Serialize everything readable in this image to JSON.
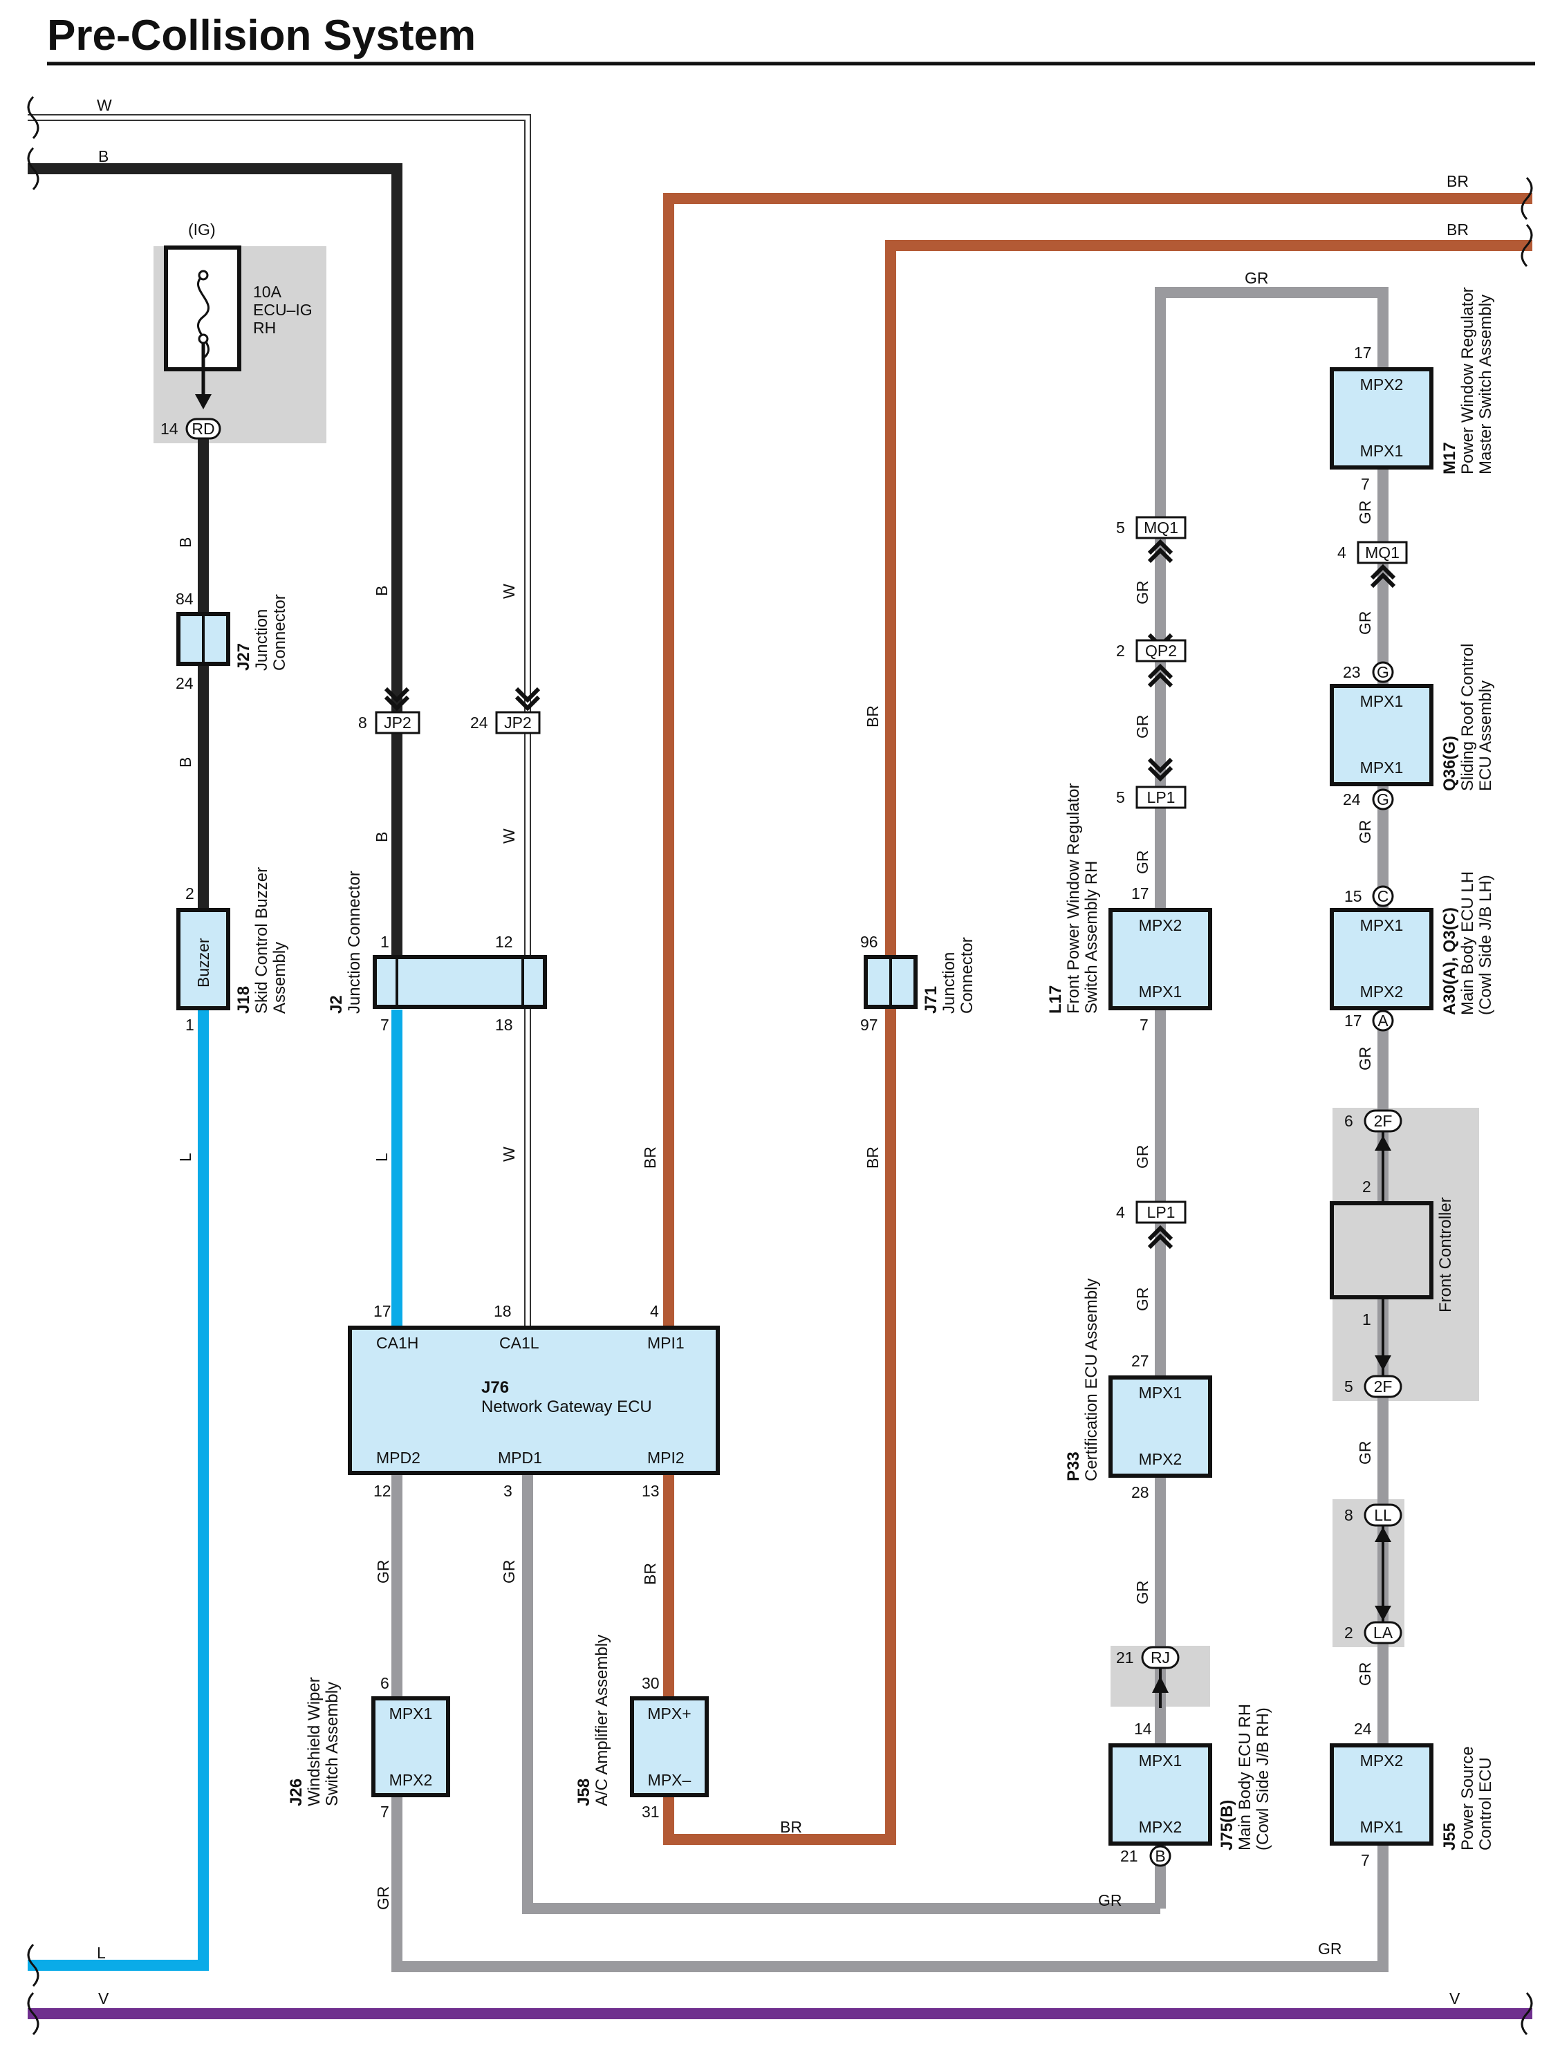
{
  "title": "Pre-Collision System",
  "colors": {
    "B": "#222222",
    "W": "#ffffff",
    "BR": "#b35a35",
    "GR": "#9a9a9e",
    "L": "#0aabe8",
    "V": "#6f2f8e",
    "component": "#cbe9f8",
    "shade": "#d4d4d4"
  },
  "wire_codes": [
    "W",
    "B",
    "BR",
    "GR",
    "L",
    "V"
  ],
  "fuse": {
    "supply": "(IG)",
    "line1": "10A",
    "line2": "ECU–IG",
    "line3": "RH",
    "pin": "14",
    "connector": "RD"
  },
  "components": {
    "j27": {
      "code": "J27",
      "name1": "Junction",
      "name2": "Connector",
      "pin_top": "84",
      "pin_bottom": "24"
    },
    "j18": {
      "code": "J18",
      "name1": "Skid Control Buzzer",
      "name2": "Assembly",
      "inner": "Buzzer",
      "pin_top": "2",
      "pin_bottom": "1"
    },
    "j2": {
      "code": "J2",
      "name1": "Junction Connector",
      "pins": [
        "1",
        "12",
        "7",
        "18"
      ]
    },
    "jp2": {
      "label": "JP2",
      "pins": [
        "8",
        "24"
      ]
    },
    "j71": {
      "code": "J71",
      "name1": "Junction",
      "name2": "Connector",
      "pin_top": "96",
      "pin_bottom": "97"
    },
    "j76": {
      "code": "J76",
      "name": "Network Gateway ECU",
      "terms": [
        "CA1H",
        "CA1L",
        "MPI1",
        "MPD2",
        "MPD1",
        "MPI2"
      ],
      "pins": [
        "17",
        "18",
        "4",
        "12",
        "3",
        "13"
      ]
    },
    "j26": {
      "code": "J26",
      "name1": "Windshield Wiper",
      "name2": "Switch Assembly",
      "t1": "MPX1",
      "t2": "MPX2",
      "pin_top": "6",
      "pin_bottom": "7"
    },
    "j58": {
      "code": "J58",
      "name1": "A/C Amplifier Assembly",
      "t1": "MPX+",
      "t2": "MPX–",
      "pin_top": "30",
      "pin_bottom": "31"
    },
    "l17": {
      "code": "L17",
      "name1": "Front Power Window Regulator",
      "name2": "Switch Assembly RH",
      "t1": "MPX2",
      "t2": "MPX1",
      "pin_top": "17",
      "pin_bottom": "7"
    },
    "p33": {
      "code": "P33",
      "name1": "Certification ECU Assembly",
      "t1": "MPX1",
      "t2": "MPX2",
      "pin_top": "27",
      "pin_bottom": "28"
    },
    "j75": {
      "code": "J75(B)",
      "name1": "Main Body ECU RH",
      "name2": "(Cowl Side J/B RH)",
      "t1": "MPX1",
      "t2": "MPX2",
      "pin_top": "14",
      "pin_bottom": "21",
      "conn_bottom": "B"
    },
    "m17": {
      "code": "M17",
      "name1": "Power Window Regulator",
      "name2": "Master Switch Assembly",
      "t1": "MPX2",
      "t2": "MPX1",
      "pin_top": "17",
      "pin_bottom": "7"
    },
    "q36": {
      "code": "Q36(G)",
      "name1": "Sliding Roof Control",
      "name2": "ECU Assembly",
      "t1": "MPX1",
      "t2": "MPX1",
      "pin_top": "23",
      "pin_bottom": "24",
      "conn": "G"
    },
    "a30": {
      "code": "A30(A), Q3(C)",
      "name1": "Main Body ECU LH",
      "name2": "(Cowl Side J/B LH)",
      "t1": "MPX1",
      "t2": "MPX2",
      "pin_top": "15",
      "pin_bottom": "17",
      "conn_top": "C",
      "conn_bottom": "A"
    },
    "front": {
      "name": "Front Controller",
      "pin_top": "2",
      "pin_bottom": "1"
    },
    "j55": {
      "code": "J55",
      "name1": "Power Source",
      "name2": "Control ECU",
      "t1": "MPX2",
      "t2": "MPX1",
      "pin_top": "24",
      "pin_bottom": "7"
    }
  },
  "connectors": {
    "mq1_a": {
      "label": "MQ1",
      "pin": "5"
    },
    "qp2": {
      "label": "QP2",
      "pin": "2"
    },
    "lp1_a": {
      "label": "LP1",
      "pin": "5"
    },
    "lp1_b": {
      "label": "LP1",
      "pin": "4"
    },
    "rj": {
      "label": "RJ",
      "pin": "21"
    },
    "mq1_b": {
      "label": "MQ1",
      "pin": "4"
    },
    "f2_top": {
      "label": "2F",
      "pin": "6"
    },
    "f2_bot": {
      "label": "2F",
      "pin": "5"
    },
    "ll": {
      "label": "LL",
      "pin": "8"
    },
    "la": {
      "label": "LA",
      "pin": "2"
    }
  }
}
